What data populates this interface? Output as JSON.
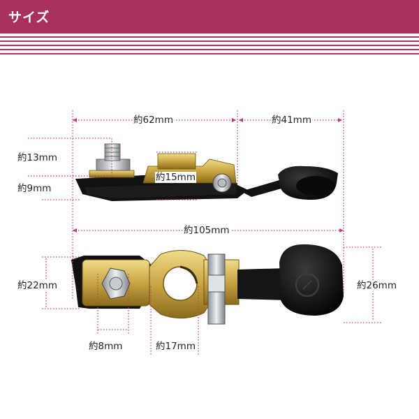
{
  "header": {
    "title": "サイズ"
  },
  "colors": {
    "accent": "#a8305f",
    "dimension_line": "#c93a6a",
    "brass": "#c9a544",
    "rubber": "#111111"
  },
  "dimensions": {
    "width_62": "約62mm",
    "width_41": "約41mm",
    "height_13": "約13mm",
    "height_15": "約15mm",
    "height_9": "約9mm",
    "total_105": "約105mm",
    "height_22": "約22mm",
    "height_26": "約26mm",
    "bolt_8": "約8mm",
    "hole_17": "約17mm"
  }
}
